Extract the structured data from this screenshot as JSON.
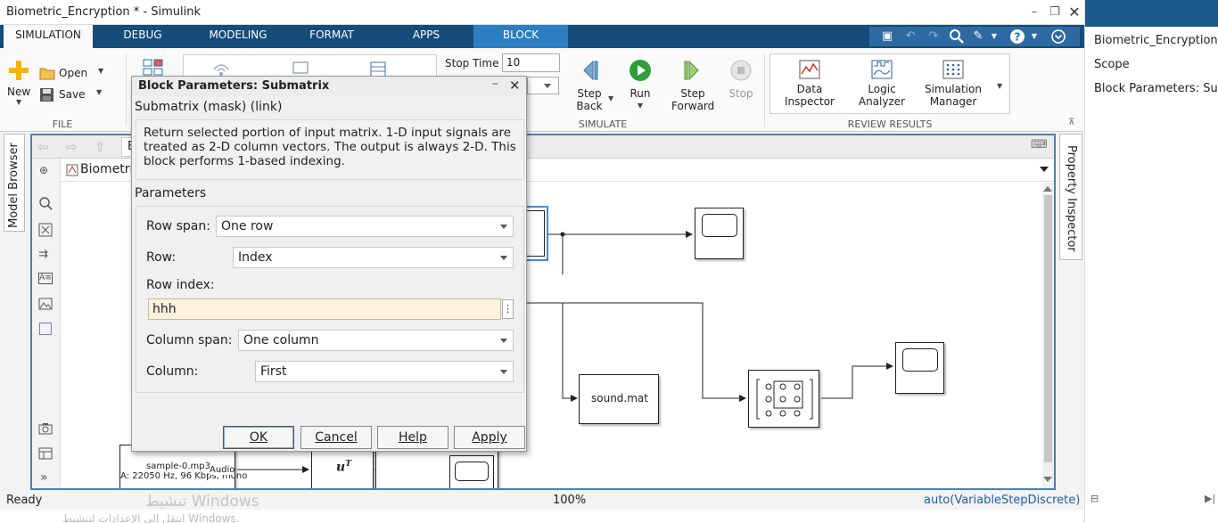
{
  "window": {
    "title": "Biometric_Encryption * - Simulink"
  },
  "ribbon_tabs": [
    "SIMULATION",
    "DEBUG",
    "MODELING",
    "FORMAT",
    "APPS",
    "BLOCK"
  ],
  "file_section": {
    "new": "New",
    "open": "Open",
    "save": "Save",
    "label": "FILE"
  },
  "simulate": {
    "stop_time_label": "Stop Time",
    "stop_time_value": "10",
    "step_back": [
      "Step",
      "Back"
    ],
    "run": "Run",
    "step_forward": [
      "Step",
      "Forward"
    ],
    "stop": "Stop",
    "label": "SIMULATE"
  },
  "review": {
    "data_inspector": [
      "Data",
      "Inspector"
    ],
    "logic_analyzer": [
      "Logic",
      "Analyzer"
    ],
    "sim_manager": [
      "Simulation",
      "Manager"
    ],
    "label": "REVIEW RESULTS"
  },
  "side_tabs": {
    "model_browser": "Model Browser",
    "property_inspector": "Property Inspector"
  },
  "editor": {
    "breadcrumb": "Biometric",
    "tab_first_letter": "B"
  },
  "blocks": {
    "sound_mat": "sound.mat",
    "audio_source": [
      "sample-0.mp3",
      "A: 22050 Hz, 96 Kbps, mono"
    ],
    "audio_port": "Audio",
    "transpose": "u",
    "transpose_sup": "T"
  },
  "status": {
    "ready": "Ready",
    "zoom": "100%",
    "solver": "auto(VariableStepDiscrete)"
  },
  "watermark": {
    "line1": "تنشيط Windows",
    "line2": "انتقل إلى الإعدادات لتنشيط Windows."
  },
  "right_panel": {
    "items": [
      "Biometric_Encryption ...",
      "Scope",
      "Block Parameters: Su..."
    ]
  },
  "dialog": {
    "title": "Block Parameters: Submatrix",
    "subtitle": "Submatrix (mask) (link)",
    "description": "Return selected portion of input matrix. 1-D input signals are treated as 2-D column vectors. The output is always 2-D. This block performs 1-based indexing.",
    "params_label": "Parameters",
    "row_span_label": "Row span:",
    "row_span_value": "One row",
    "row_label": "Row:",
    "row_value": "Index",
    "row_index_label": "Row index:",
    "row_index_value": "hhh",
    "col_span_label": "Column span:",
    "col_span_value": "One column",
    "column_label": "Column:",
    "column_value": "First",
    "ok": "OK",
    "cancel": "Cancel",
    "help": "Help",
    "apply": "Apply"
  },
  "colors": {
    "ribbon_tab_bar": "#154c79",
    "block_tab": "#2a7fc0",
    "editor_border": "#4a7fb5",
    "row_index_bg": "#fdf2de",
    "run_green": "#2e9e3a"
  }
}
